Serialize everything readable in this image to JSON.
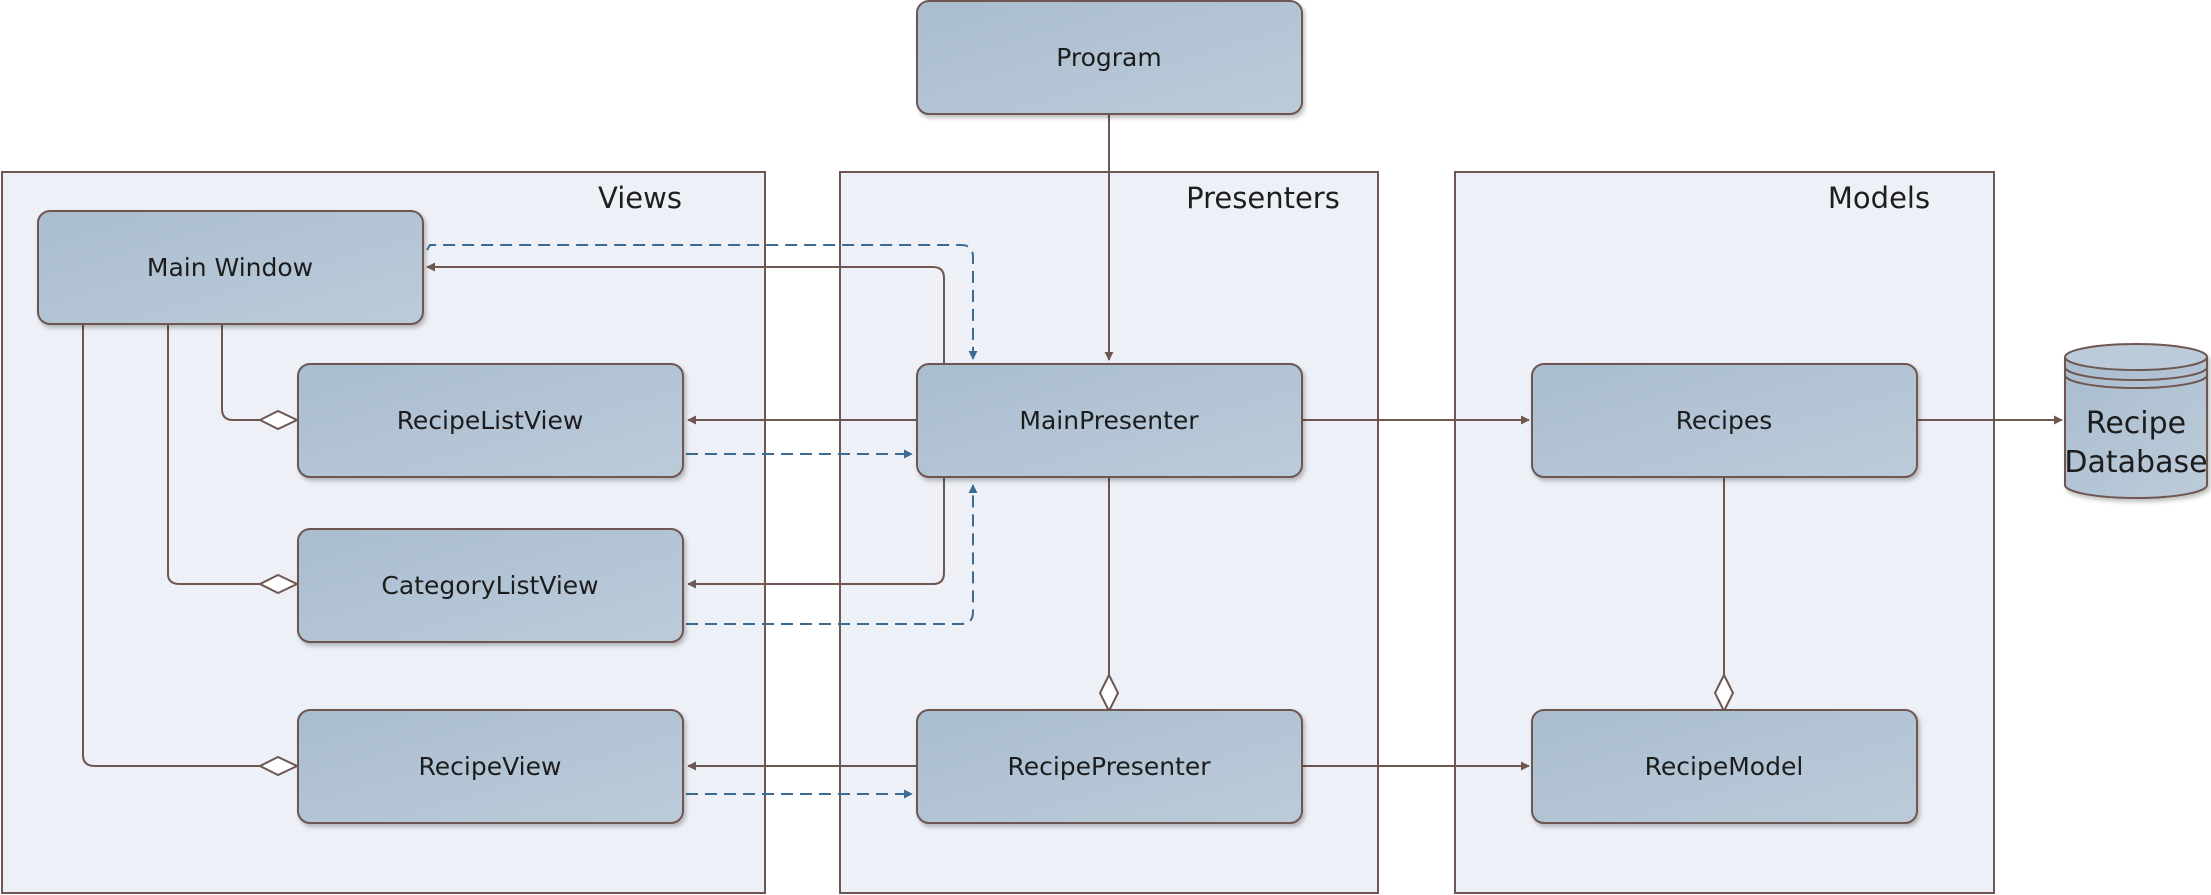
{
  "groups": {
    "views": "Views",
    "presenters": "Presenters",
    "models": "Models"
  },
  "nodes": {
    "program": "Program",
    "main_window": "Main Window",
    "recipe_list_view": "RecipeListView",
    "category_list_view": "CategoryListView",
    "recipe_view": "RecipeView",
    "main_presenter": "MainPresenter",
    "recipe_presenter": "RecipePresenter",
    "recipes": "Recipes",
    "recipe_model": "RecipeModel"
  },
  "database": {
    "line1": "Recipe",
    "line2": "Database"
  },
  "colors": {
    "box_fill": "#b2c5d6",
    "panel_fill": "#edf1f7",
    "connector": "#6e5651",
    "dependency": "#3b6a92"
  }
}
